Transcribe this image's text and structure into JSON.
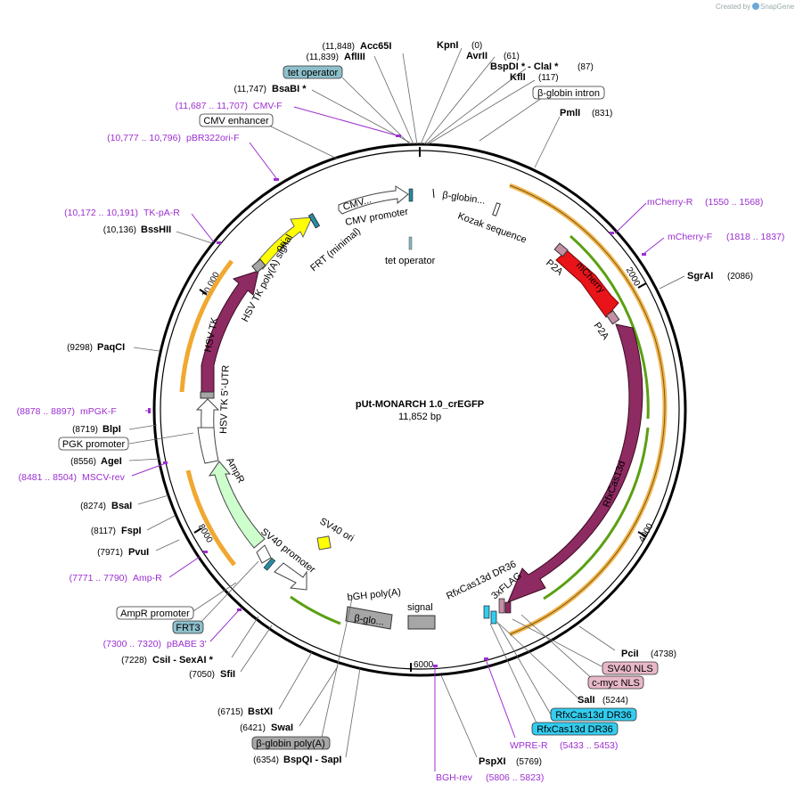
{
  "watermark": {
    "text": "Created by",
    "brand": "SnapGene"
  },
  "plasmid": {
    "name": "pUt-MONARCH 1.0_crEGFP",
    "size": "11,852 bp"
  },
  "ticks": {
    "t2000": "2000",
    "t4000": "4000",
    "t6000": "6000",
    "t8000": "8000",
    "t10000": "10,000"
  },
  "sites": {
    "acc65i": {
      "pos": "(11,848)",
      "name": "Acc65I"
    },
    "afliii": {
      "pos": "(11,839)",
      "name": "AflIII"
    },
    "kpni": {
      "name": "KpnI",
      "pos": "(0)"
    },
    "avrii": {
      "name": "AvrII",
      "pos": "(61)"
    },
    "bspdi": {
      "name": "BspDI * - ClaI *",
      "pos": "(87)"
    },
    "kfli": {
      "name": "KflI",
      "pos": "(117)"
    },
    "bsabi": {
      "pos": "(11,747)",
      "name": "BsaBI *"
    },
    "pmli": {
      "name": "PmlI",
      "pos": "(831)"
    },
    "bsshii": {
      "pos": "(10,136)",
      "name": "BssHII"
    },
    "sgrai": {
      "name": "SgrAI",
      "pos": "(2086)"
    },
    "paqci": {
      "pos": "(9298)",
      "name": "PaqCI"
    },
    "blpi": {
      "pos": "(8719)",
      "name": "BlpI"
    },
    "agei": {
      "pos": "(8556)",
      "name": "AgeI"
    },
    "bsai": {
      "pos": "(8274)",
      "name": "BsaI"
    },
    "fspi": {
      "pos": "(8117)",
      "name": "FspI"
    },
    "pvui": {
      "pos": "(7971)",
      "name": "PvuI"
    },
    "csii": {
      "pos": "(7228)",
      "name": "CsiI - SexAI *"
    },
    "sfii": {
      "pos": "(7050)",
      "name": "SfiI"
    },
    "bstxi": {
      "pos": "(6715)",
      "name": "BstXI"
    },
    "swai": {
      "pos": "(6421)",
      "name": "SwaI"
    },
    "bspqi": {
      "pos": "(6354)",
      "name": "BspQI - SapI"
    },
    "psPxi": {
      "name": "PspXI",
      "pos": "(5769)"
    },
    "sali": {
      "name": "SalI",
      "pos": "(5244)"
    },
    "pcii": {
      "name": "PciI",
      "pos": "(4738)"
    }
  },
  "primers": {
    "cmvf": {
      "pos": "(11,687 .. 11,707)",
      "name": "CMV-F"
    },
    "pbr322": {
      "pos": "(10,777 .. 10,796)",
      "name": "pBR322ori-F"
    },
    "tkpa": {
      "pos": "(10,172 .. 10,191)",
      "name": "TK-pA-R"
    },
    "mcherryr": {
      "name": "mCherry-R",
      "pos": "(1550 .. 1568)"
    },
    "mcherryf": {
      "name": "mCherry-F",
      "pos": "(1818 .. 1837)"
    },
    "mpgk": {
      "pos": "(8878 .. 8897)",
      "name": "mPGK-F"
    },
    "mscv": {
      "pos": "(8481 .. 8504)",
      "name": "MSCV-rev"
    },
    "ampr": {
      "pos": "(7771 .. 7790)",
      "name": "Amp-R"
    },
    "pbabe": {
      "pos": "(7300 .. 7320)",
      "name": "pBABE 3'"
    },
    "wpre": {
      "name": "WPRE-R",
      "pos": "(5433 .. 5453)"
    },
    "bgh": {
      "name": "BGH-rev",
      "pos": "(5806 .. 5823)"
    }
  },
  "boxes": {
    "tetop": "tet operator",
    "cmvenh": "CMV enhancer",
    "bglobin_intron": "β-globin intron",
    "pgk": "PGK promoter",
    "amprprom": "AmpR promoter",
    "frt3": "FRT3",
    "bglobin_pa": "β-globin poly(A)",
    "sv40nls": "SV40 NLS",
    "cmycnls": "c-myc NLS",
    "dr36a": "RfxCas13d DR36",
    "dr36b": "RfxCas13d DR36"
  },
  "features": {
    "cmv_short": "CMV...",
    "cmv_promoter": "CMV promoter",
    "bglobin_short": "β-globin...",
    "kozak": "Kozak sequence",
    "tetop_inner": "tet operator",
    "ori": "ori",
    "hsvtk_pa": "HSV TK poly(A) signal",
    "frt_min": "FRT (minimal)",
    "hsvtk": "HSV TK",
    "hsvtk_utr": "HSV TK 5'-UTR",
    "ampr": "AmpR",
    "sv40_ori": "SV40 ori",
    "sv40_promoter": "SV40 promoter",
    "bgh_pa": "bGH poly(A)",
    "signal": "signal",
    "bglo_short": "β-glo...",
    "p2a_top": "P2A",
    "mcherry": "mCherry",
    "p2a_bottom": "P2A",
    "rfxcas13d": "RfxCas13d",
    "dr36_label": "RfxCas13d DR36",
    "flag": "3xFLAG"
  },
  "colors": {
    "primer": "#9c2fd0",
    "cds_dark": "#8e2b63",
    "mcherry": "#e8141a",
    "ori": "#ffff00",
    "ampr": "#ccffcc",
    "orange": "#f0a830",
    "green": "#5aa012",
    "tet": "#80b8c8",
    "cyan": "#33ccee",
    "pink": "#e8b8c8",
    "grey": "#a6a6a6"
  }
}
